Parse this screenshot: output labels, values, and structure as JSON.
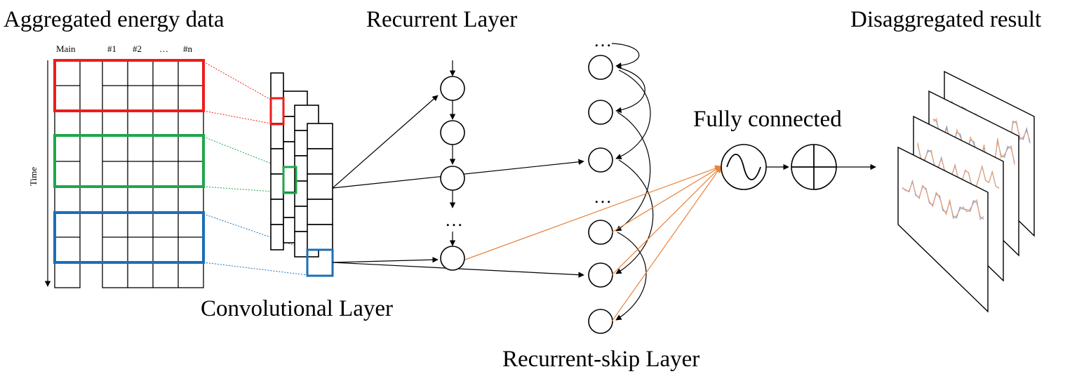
{
  "labels": {
    "aggregated": "Aggregated energy data",
    "recurrent": "Recurrent Layer",
    "disaggregated": "Disaggregated result",
    "fully_connected": "Fully connected",
    "convolutional": "Convolutional Layer",
    "recurrent_skip": "Recurrent-skip Layer",
    "time_axis": "Time"
  },
  "table_headers": [
    "Main",
    "#1",
    "#2",
    "…",
    "#n"
  ],
  "ellipses": {
    "recurrent": "…",
    "skip_top": "…",
    "skip_mid": "…"
  },
  "colors": {
    "red_window": "#ee1c1c",
    "green_window": "#1fa64a",
    "blue_window": "#1a6fb8",
    "orange_arrow": "#e8843c",
    "plot_orange": "#f0a070",
    "plot_blue": "#7aa0d6"
  },
  "icons": {
    "activation": "sine-wave-icon",
    "sum": "circled-plus-icon"
  }
}
